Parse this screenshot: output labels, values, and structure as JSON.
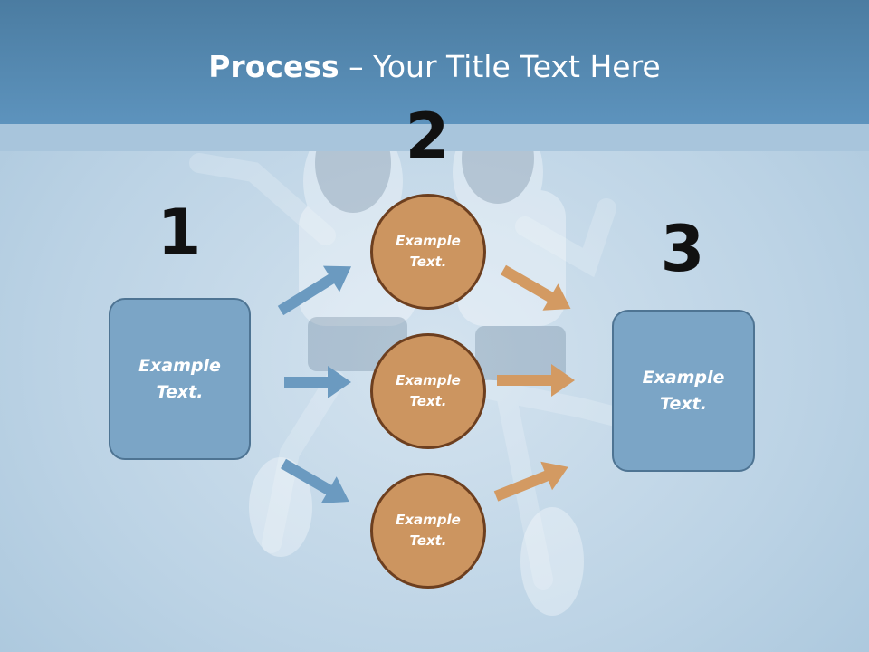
{
  "title": {
    "bold": "Process",
    "rest": " – Your Title Text Here"
  },
  "steps": [
    {
      "number": "1",
      "text_line1": "Example",
      "text_line2": "Text."
    },
    {
      "number": "2"
    },
    {
      "number": "3",
      "text_line1": "Example",
      "text_line2": "Text."
    }
  ],
  "circles": [
    {
      "line1": "Example",
      "line2": "Text."
    },
    {
      "line1": "Example",
      "line2": "Text."
    },
    {
      "line1": "Example",
      "line2": "Text."
    }
  ],
  "colors": {
    "header": "#5d93bd",
    "box_fill": "#7ba5c6",
    "circle_fill": "#cc9560",
    "circle_border": "#6d3f1f",
    "arrow_blue": "#6b9ac0",
    "arrow_orange": "#d39a62"
  }
}
